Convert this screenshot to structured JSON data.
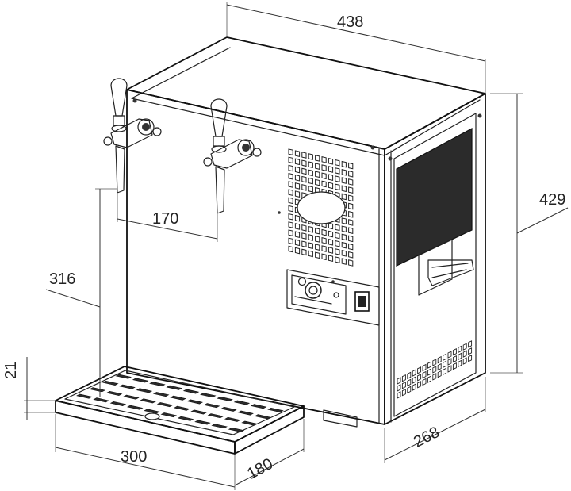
{
  "dimensions": {
    "width_top": "438",
    "height_right": "429",
    "depth_right": "268",
    "tap_spacing": "170",
    "tap_height": "316",
    "tray_height": "21",
    "tray_width": "300",
    "tray_depth": "180"
  }
}
